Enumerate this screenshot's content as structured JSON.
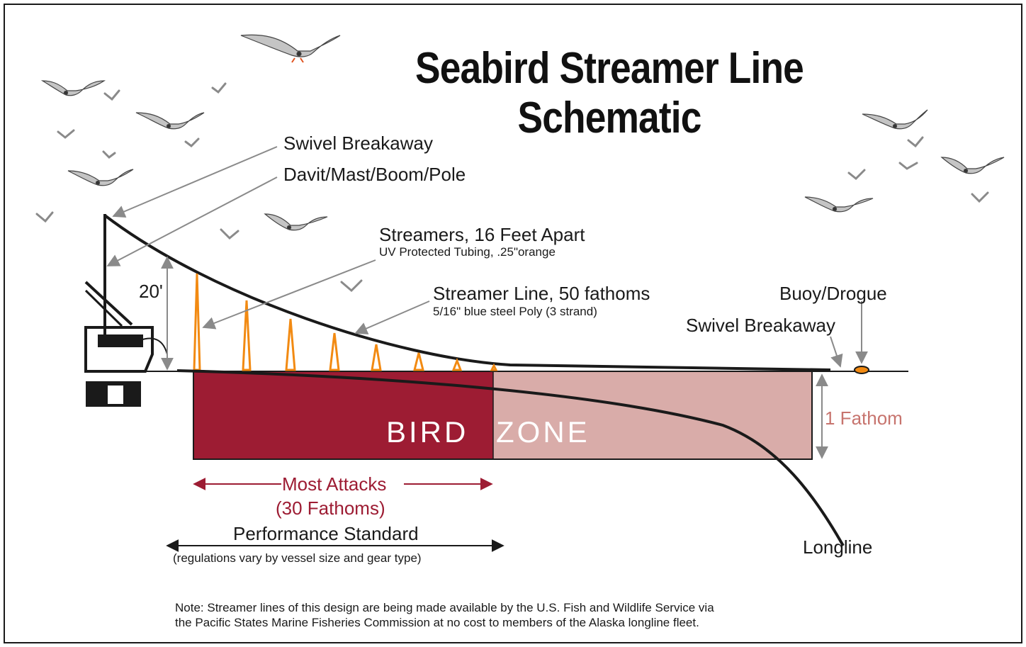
{
  "title": [
    "Seabird Streamer Line",
    "Schematic"
  ],
  "labels": {
    "swivel_breakaway_top": "Swivel Breakaway",
    "davit": "Davit/Mast/Boom/Pole",
    "streamers": "Streamers, 16 Feet Apart",
    "streamers_sub": "UV Protected Tubing, .25\"orange",
    "streamer_line": "Streamer Line, 50 fathoms",
    "streamer_line_sub": "5/16\" blue steel Poly (3 strand)",
    "buoy": "Buoy/Drogue",
    "swivel_breakaway_right": "Swivel Breakaway",
    "height": "20'",
    "bird_zone_a": "BIRD",
    "bird_zone_b": "ZONE",
    "depth": "1 Fathom",
    "most_attacks": "Most Attacks",
    "most_attacks_sub": "(30 Fathoms)",
    "performance": "Performance Standard",
    "performance_sub": "(regulations vary by vessel size and gear type)",
    "longline": "Longline"
  },
  "note": [
    "Note: Streamer lines of this design are being made available by the U.S. Fish and Wildlife Service via",
    "the Pacific States Marine Fisheries Commission at no cost to members of the Alaska longline fleet."
  ],
  "colors": {
    "bird_zone_dark": "#9d1c33",
    "bird_zone_light": "#d9aca9",
    "streamer": "#f28a12",
    "attacks_text": "#9d1c33",
    "depth_text": "#c7746e",
    "line": "#1a1a1a",
    "pointer": "#8a8a8a"
  }
}
